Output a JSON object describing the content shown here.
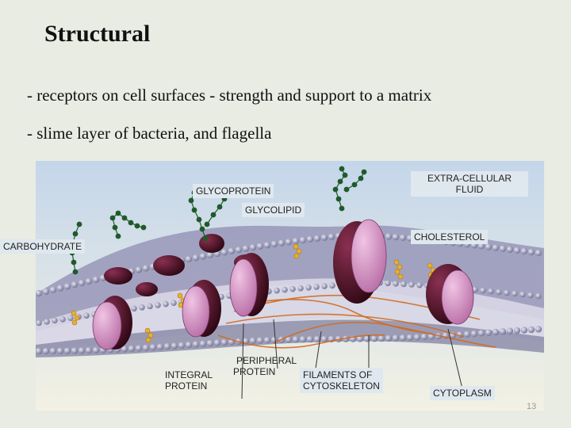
{
  "slide": {
    "title": "Structural",
    "bullets": [
      "- receptors on cell  surfaces - strength and support to a matrix",
      "- slime layer of bacteria, and flagella"
    ],
    "page_number": "13"
  },
  "diagram": {
    "labels": {
      "extracellular_fluid": [
        "EXTRA-CELLULAR",
        "FLUID"
      ],
      "glycoprotein": "GLYCOPROTEIN",
      "glycolipid": "GLYCOLIPID",
      "cholesterol": "CHOLESTEROL",
      "carbohydrate": "CARBOHYDRATE",
      "peripheral_protein": [
        "PERIPHERAL",
        "PROTEIN"
      ],
      "integral_protein": [
        "INTEGRAL",
        "PROTEIN"
      ],
      "filaments_of_cytoskeleton": [
        "FILAMENTS OF",
        "CYTOSKELETON"
      ],
      "cytoplasm": "CYTOPLASM"
    },
    "colors": {
      "background": "#c9d8e8",
      "phospholipid_head": "#8a8aa8",
      "integral_protein": "#cc88bb",
      "protein_shadow": "#3a0a20",
      "cholesterol": "#e8b030",
      "carbohydrate_chain": "#1f5a2a",
      "filament": "#d06a20"
    }
  }
}
